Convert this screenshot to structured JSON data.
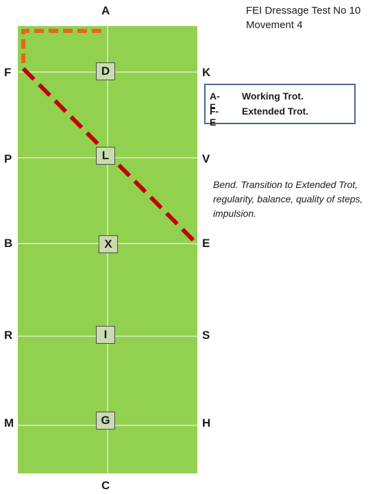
{
  "arena": {
    "letters": {
      "a": "A",
      "c": "C",
      "f": "F",
      "k": "K",
      "p": "P",
      "v": "V",
      "b": "B",
      "e": "E",
      "r": "R",
      "s": "S",
      "m": "M",
      "h": "H"
    },
    "markers": {
      "d": "D",
      "l": "L",
      "x": "X",
      "i": "I",
      "g": "G"
    }
  },
  "title": {
    "line1": "FEI Dressage Test No 10",
    "line2": "Movement 4"
  },
  "legend": {
    "rows": [
      {
        "code": "A-F",
        "desc": "Working Trot."
      },
      {
        "code": "F-E",
        "desc": "Extended Trot."
      }
    ]
  },
  "note": "Bend. Transition to Extended Trot, regularity, balance, quality of steps, impulsion.",
  "colors": {
    "arena": "#92d050",
    "working_trot_path": "#e8641b",
    "extended_trot_path": "#c00000",
    "legend_border": "#4a6590"
  }
}
